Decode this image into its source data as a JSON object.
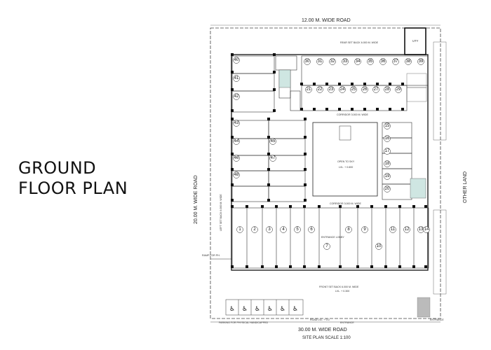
{
  "title": {
    "line1": "GROUND",
    "line2": "FLOOR PLAN"
  },
  "roads": {
    "top": "12.00 M. WIDE ROAD",
    "left": "20.00 M. WIDE ROAD",
    "right": "OTHER LAND",
    "bottom": "30.00 M. WIDE ROAD",
    "scale": "SITE PLAN SCALE 1:100"
  },
  "setbacks": {
    "rear": "REAR SET BACK 6.000 M. WIDE",
    "left": "LEFT SET BACK 6.000 M. WIDE",
    "front": "FRONT SET BACK 6.000 M. WIDE",
    "front_level": "LVL. + 0.300"
  },
  "labels": {
    "corridor_top": "CORRIDOR 3.000 M. WIDE",
    "corridor_bottom": "CORRIDOR 3.000 M. WIDE",
    "open_to_sky": "OPEN TO SKY",
    "open_to_sky_level": "LVL. + 0.600",
    "entrance_lobby": "ENTRANCE LOBBY",
    "road_level": "ROAD LVL. + 0.0",
    "entrance": "ENTRANCE",
    "entrance_right": "ENTRANCE",
    "ramp": "RAMP FOR PH.",
    "parking": "PARKING FOR PHYSICAL HANDICAPPED",
    "utility": "UTY"
  },
  "shops": {
    "front_row": [
      "1",
      "2",
      "3",
      "4",
      "5",
      "6",
      "7",
      "8",
      "9",
      "10",
      "11",
      "12",
      "13",
      "14"
    ],
    "left_column": [
      "40",
      "41",
      "42",
      "43",
      "44",
      "45",
      "46",
      "47",
      "48"
    ],
    "top_row": [
      "30",
      "31",
      "32",
      "33",
      "34",
      "35",
      "36",
      "37",
      "38",
      "39"
    ],
    "top_inner": [
      "21",
      "22",
      "23",
      "24",
      "25",
      "26",
      "27",
      "28",
      "29"
    ],
    "right_column": [
      "15",
      "16",
      "17",
      "18",
      "19",
      "20"
    ]
  }
}
